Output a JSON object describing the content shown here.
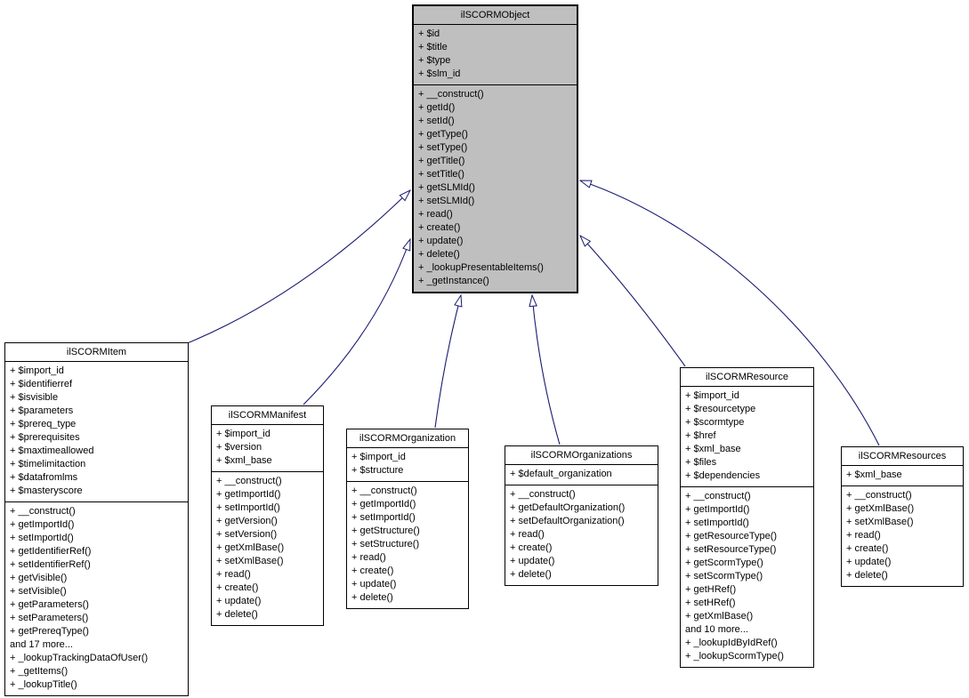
{
  "diagram": {
    "title": "ilSCORMObject inheritance diagram",
    "colors": {
      "arrow": "#191970",
      "highlight_fill": "#bfbfbf",
      "node_fill": "#ffffff",
      "border": "#000000",
      "background": "#ffffff"
    },
    "classes": [
      {
        "name": "ilSCORMObject",
        "attributes": [
          "+ $id",
          "+ $title",
          "+ $type",
          "+ $slm_id"
        ],
        "methods": [
          "+ __construct()",
          "+ getId()",
          "+ setId()",
          "+ getType()",
          "+ setType()",
          "+ getTitle()",
          "+ setTitle()",
          "+ getSLMId()",
          "+ setSLMId()",
          "+ read()",
          "+ create()",
          "+ update()",
          "+ delete()",
          "+ _lookupPresentableItems()",
          "+ _getInstance()"
        ]
      },
      {
        "name": "ilSCORMItem",
        "attributes": [
          "+ $import_id",
          "+ $identifierref",
          "+ $isvisible",
          "+ $parameters",
          "+ $prereq_type",
          "+ $prerequisites",
          "+ $maxtimeallowed",
          "+ $timelimitaction",
          "+ $datafromlms",
          "+ $masteryscore"
        ],
        "methods": [
          "+ __construct()",
          "+ getImportId()",
          "+ setImportId()",
          "+ getIdentifierRef()",
          "+ setIdentifierRef()",
          "+ getVisible()",
          "+ setVisible()",
          "+ getParameters()",
          "+ setParameters()",
          "+ getPrereqType()",
          "and 17 more...",
          "+ _lookupTrackingDataOfUser()",
          "+ _getItems()",
          "+ _lookupTitle()"
        ]
      },
      {
        "name": "ilSCORMManifest",
        "attributes": [
          "+ $import_id",
          "+ $version",
          "+ $xml_base"
        ],
        "methods": [
          "+ __construct()",
          "+ getImportId()",
          "+ setImportId()",
          "+ getVersion()",
          "+ setVersion()",
          "+ getXmlBase()",
          "+ setXmlBase()",
          "+ read()",
          "+ create()",
          "+ update()",
          "+ delete()"
        ]
      },
      {
        "name": "ilSCORMOrganization",
        "attributes": [
          "+ $import_id",
          "+ $structure"
        ],
        "methods": [
          "+ __construct()",
          "+ getImportId()",
          "+ setImportId()",
          "+ getStructure()",
          "+ setStructure()",
          "+ read()",
          "+ create()",
          "+ update()",
          "+ delete()"
        ]
      },
      {
        "name": "ilSCORMOrganizations",
        "attributes": [
          "+ $default_organization"
        ],
        "methods": [
          "+ __construct()",
          "+ getDefaultOrganization()",
          "+ setDefaultOrganization()",
          "+ read()",
          "+ create()",
          "+ update()",
          "+ delete()"
        ]
      },
      {
        "name": "ilSCORMResource",
        "attributes": [
          "+ $import_id",
          "+ $resourcetype",
          "+ $scormtype",
          "+ $href",
          "+ $xml_base",
          "+ $files",
          "+ $dependencies"
        ],
        "methods": [
          "+ __construct()",
          "+ getImportId()",
          "+ setImportId()",
          "+ getResourceType()",
          "+ setResourceType()",
          "+ getScormType()",
          "+ setScormType()",
          "+ getHRef()",
          "+ setHRef()",
          "+ getXmlBase()",
          "and 10 more...",
          "+ _lookupIdByIdRef()",
          "+ _lookupScormType()"
        ]
      },
      {
        "name": "ilSCORMResources",
        "attributes": [
          "+ $xml_base"
        ],
        "methods": [
          "+ __construct()",
          "+ getXmlBase()",
          "+ setXmlBase()",
          "+ read()",
          "+ create()",
          "+ update()",
          "+ delete()"
        ]
      }
    ],
    "relations": [
      {
        "from": "ilSCORMItem",
        "to": "ilSCORMObject",
        "type": "inheritance"
      },
      {
        "from": "ilSCORMManifest",
        "to": "ilSCORMObject",
        "type": "inheritance"
      },
      {
        "from": "ilSCORMOrganization",
        "to": "ilSCORMObject",
        "type": "inheritance"
      },
      {
        "from": "ilSCORMOrganizations",
        "to": "ilSCORMObject",
        "type": "inheritance"
      },
      {
        "from": "ilSCORMResource",
        "to": "ilSCORMObject",
        "type": "inheritance"
      },
      {
        "from": "ilSCORMResources",
        "to": "ilSCORMObject",
        "type": "inheritance"
      }
    ]
  }
}
